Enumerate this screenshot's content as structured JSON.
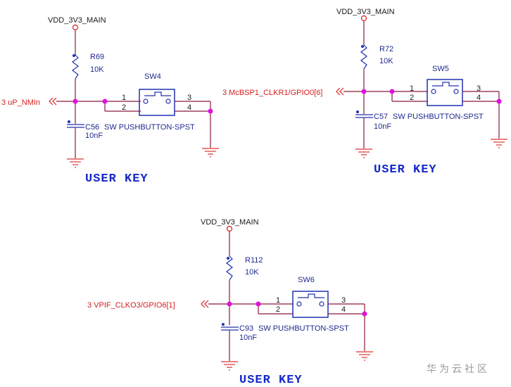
{
  "colors": {
    "wire": "#8b1a3a",
    "component": "#2030b0",
    "net_label": "#d62020",
    "junction": "#e010e0",
    "title": "#1428c8"
  },
  "circuits": [
    {
      "id": "sw4",
      "power_net": "VDD_3V3_MAIN",
      "resistor": {
        "ref": "R69",
        "value": "10K"
      },
      "capacitor": {
        "ref": "C56",
        "value": "10nF"
      },
      "switch": {
        "ref": "SW4",
        "type": "SW PUSHBUTTON-SPST",
        "pins": [
          "1",
          "2",
          "3",
          "4"
        ]
      },
      "net_label": "3  uP_NMIn",
      "title": "USER KEY"
    },
    {
      "id": "sw5",
      "power_net": "VDD_3V3_MAIN",
      "resistor": {
        "ref": "R72",
        "value": "10K"
      },
      "capacitor": {
        "ref": "C57",
        "value": "10nF"
      },
      "switch": {
        "ref": "SW5",
        "type": "SW PUSHBUTTON-SPST",
        "pins": [
          "1",
          "2",
          "3",
          "4"
        ]
      },
      "net_label": "3  McBSP1_CLKR1/GPIO0[6]",
      "title": "USER KEY"
    },
    {
      "id": "sw6",
      "power_net": "VDD_3V3_MAIN",
      "resistor": {
        "ref": "R112",
        "value": "10K"
      },
      "capacitor": {
        "ref": "C93",
        "value": "10nF"
      },
      "switch": {
        "ref": "SW6",
        "type": "SW PUSHBUTTON-SPST",
        "pins": [
          "1",
          "2",
          "3",
          "4"
        ]
      },
      "net_label": "3  VPIF_CLKO3/GPIO6[1]",
      "title": "USER KEY"
    }
  ],
  "watermark": "华为云社区"
}
